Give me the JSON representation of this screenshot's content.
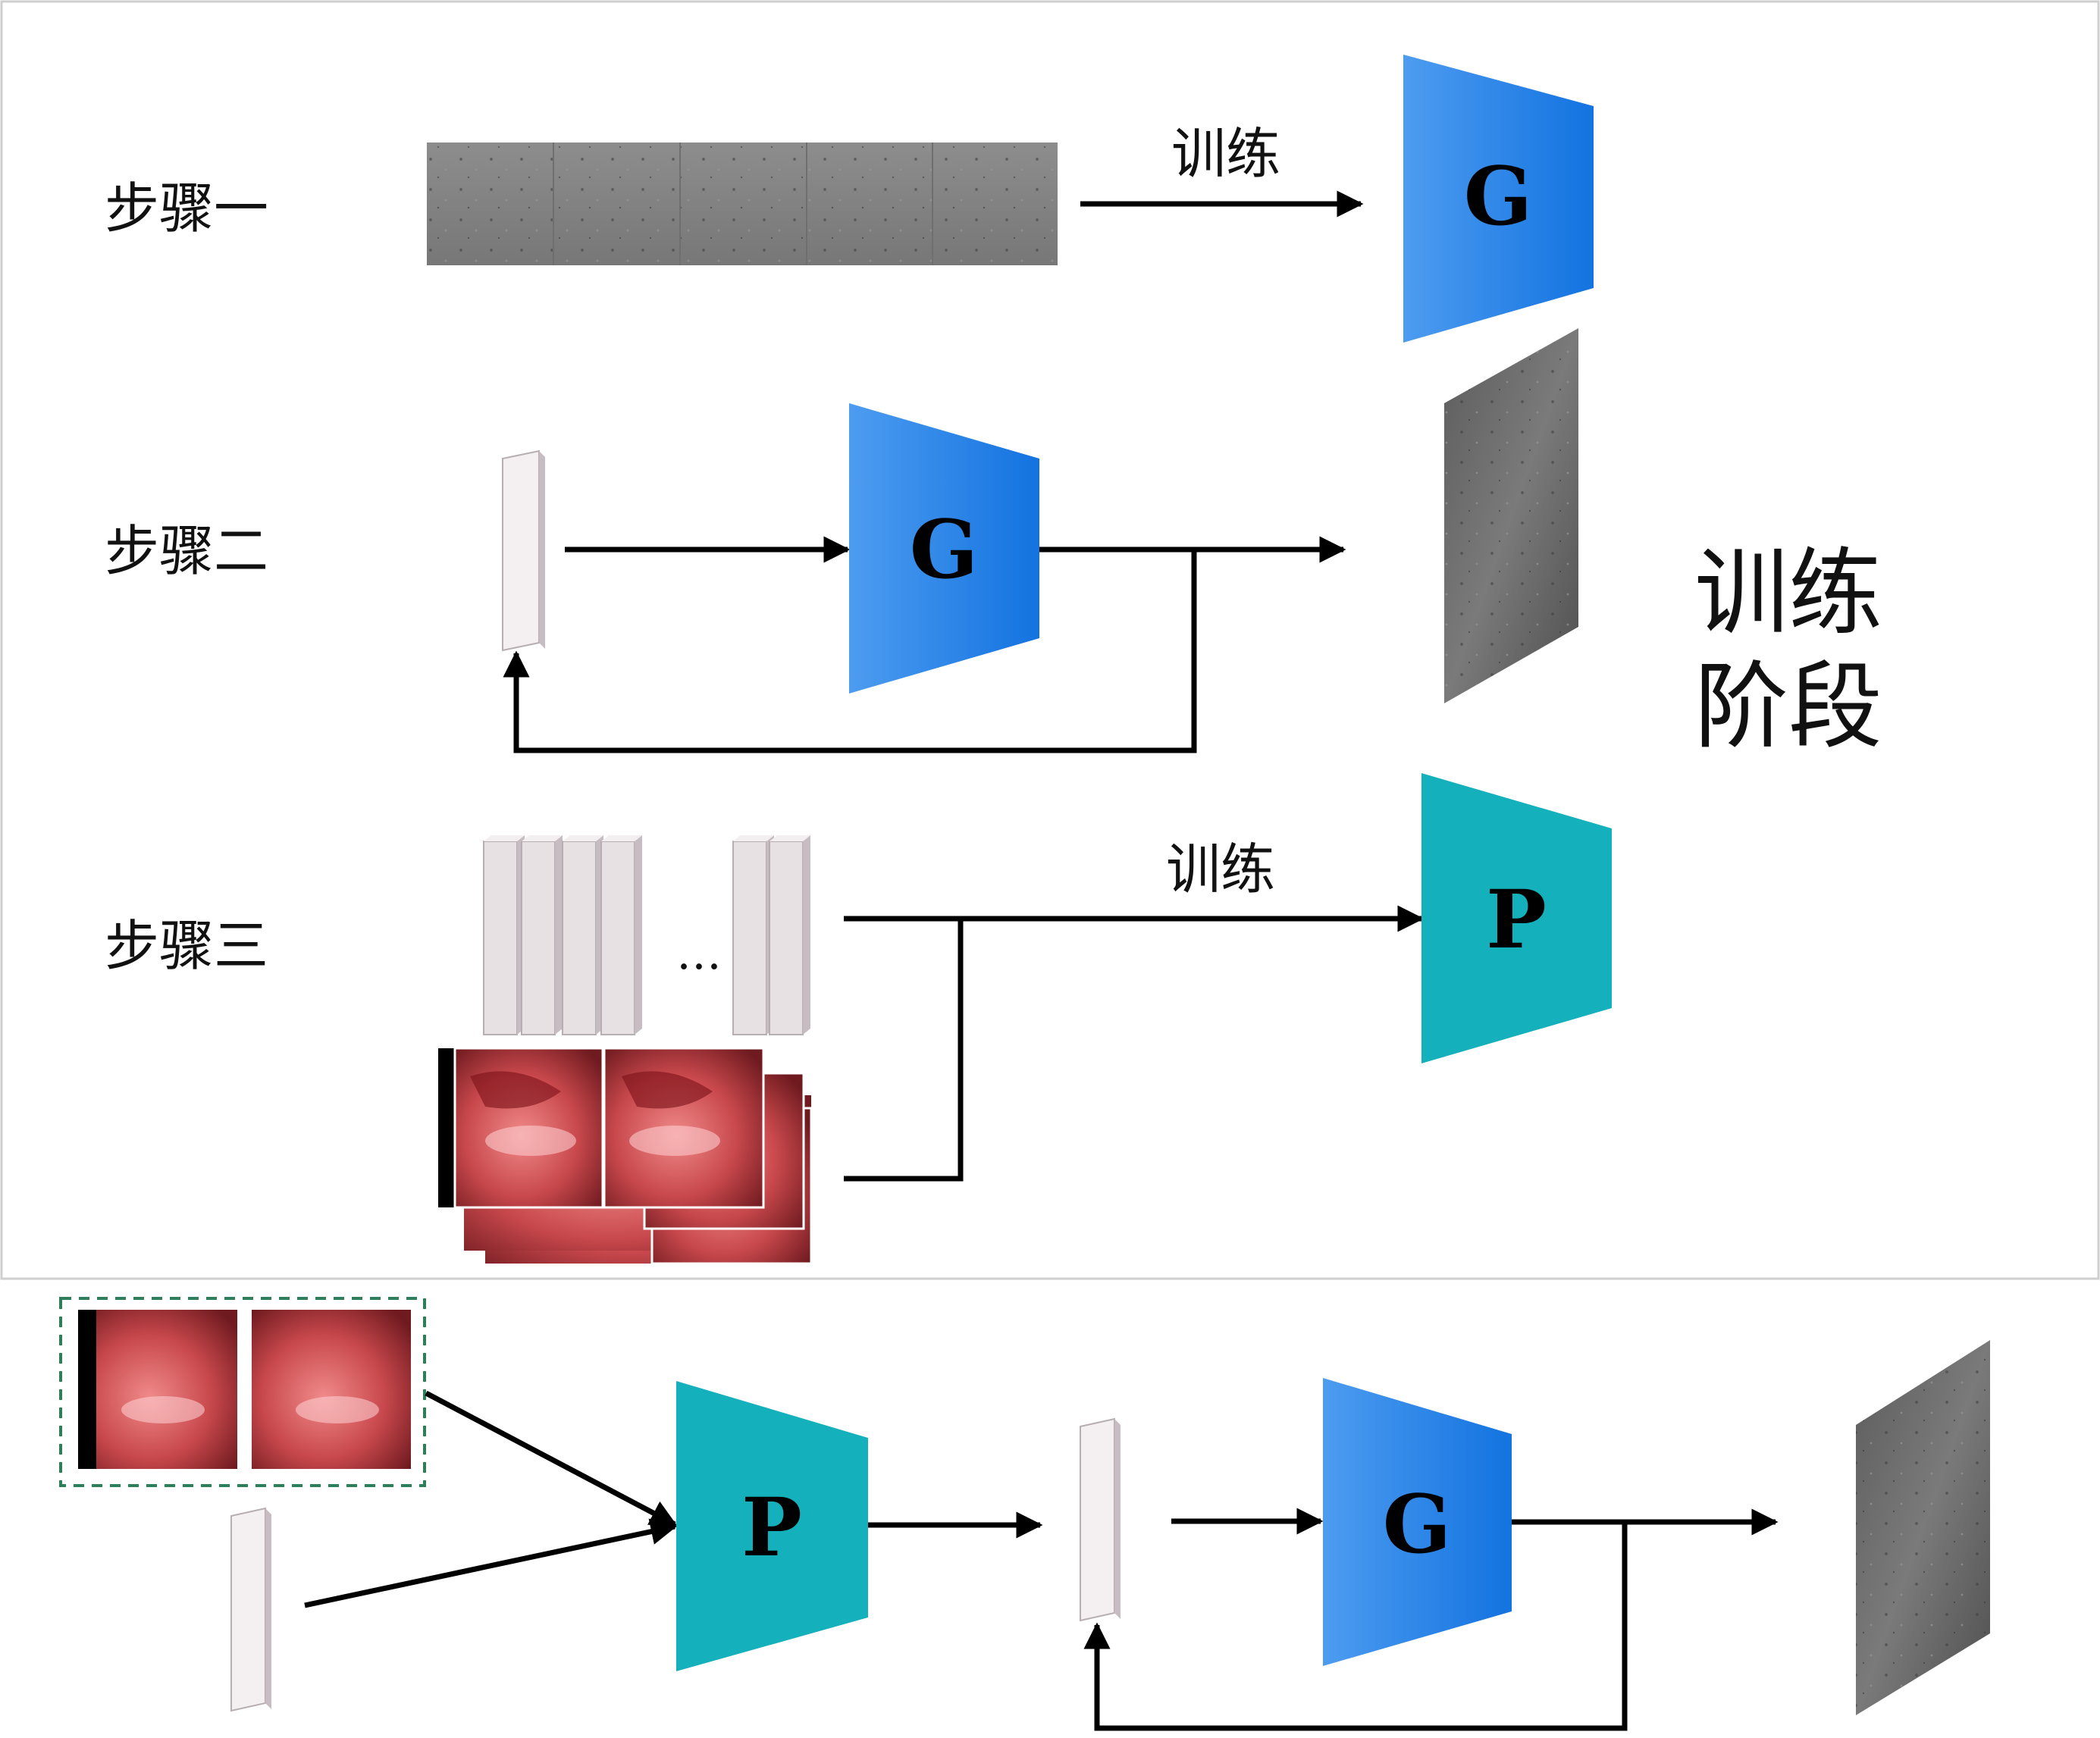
{
  "training_stage": {
    "title_line1": "训练",
    "title_line2": "阶段",
    "steps": [
      {
        "label": "步骤一",
        "arrow_label": "训练",
        "network": "G"
      },
      {
        "label": "步骤二",
        "network": "G"
      },
      {
        "label": "步骤三",
        "arrow_label": "训练",
        "network": "P",
        "ellipsis": "…"
      }
    ]
  },
  "inference_stage": {
    "networks": [
      "P",
      "G"
    ]
  },
  "colors": {
    "g_network": "#1e7fe6",
    "p_network": "#14b0bc",
    "vector_bar": "#e4dde0",
    "panel_border": "#cfcfcf",
    "dashed_box": "#2e7d5b",
    "arrow": "#000000"
  },
  "icons": {
    "gray_texture": "grayscale-texture-image",
    "surgical_frame": "surgical-endoscopy-frame"
  }
}
